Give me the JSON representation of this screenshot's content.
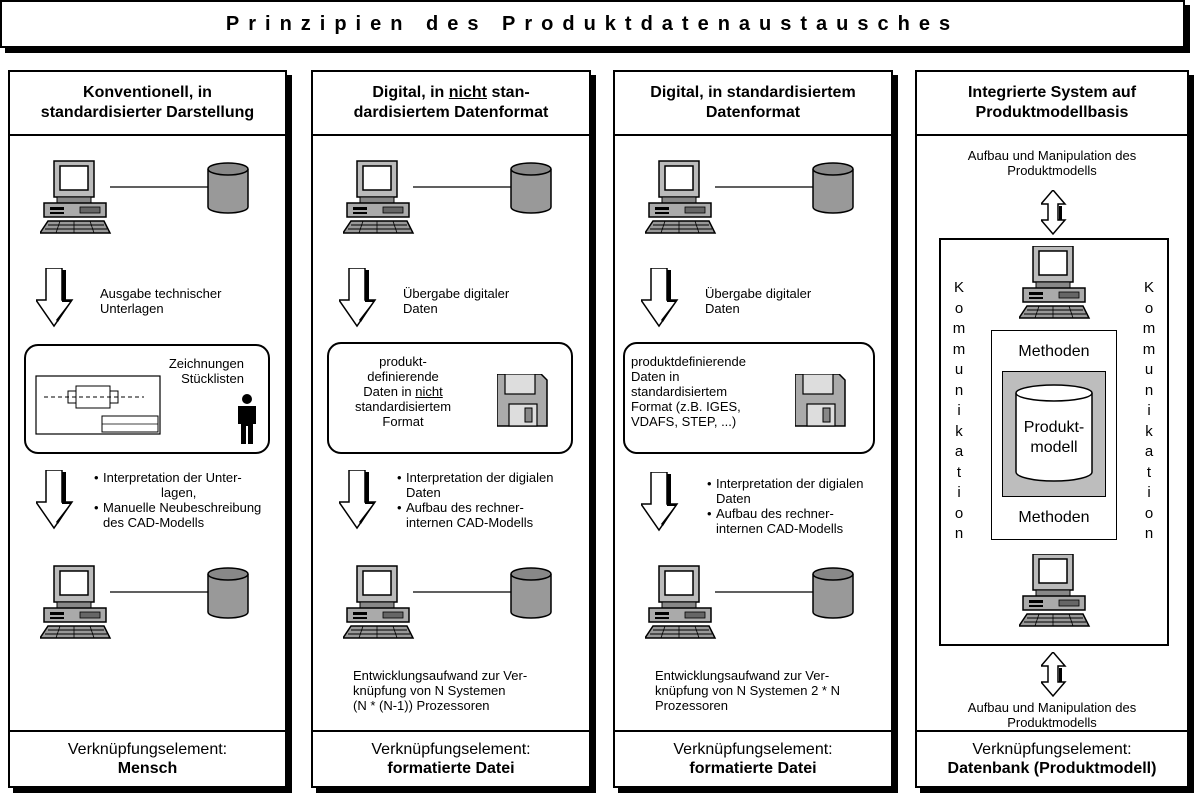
{
  "title": "Prinzipien des Produktdatenaustausches",
  "columns": [
    {
      "heading_line1": "Konventionell, in",
      "heading_line2": "standardisierter Darstellung",
      "step1_text_1": "Ausgabe technischer",
      "step1_text_2": "Unterlagen",
      "box_text_1": "Zeichnungen",
      "box_text_2": "Stücklisten",
      "bullets": [
        [
          "Interpretation der Unter-",
          "lagen,"
        ],
        [
          "Manuelle Neubeschreibung",
          "des CAD-Modells"
        ]
      ],
      "footer_label": "Verknüpfungselement:",
      "footer_value": "Mensch"
    },
    {
      "heading_line1_a": "Digital, in ",
      "heading_line1_u": "nicht",
      "heading_line1_b": " stan-",
      "heading_line2": "dardisiertem Datenformat",
      "step1_text_1": "Übergabe digitaler",
      "step1_text_2": "Daten",
      "box_lines": [
        "produkt-",
        "definierende"
      ],
      "box_line3_a": "Daten in ",
      "box_line3_u": "nicht",
      "box_lines_end": [
        "standardisiertem",
        "Format"
      ],
      "bullets": [
        [
          "Interpretation der digialen",
          "Daten"
        ],
        [
          "Aufbau des rechner-",
          "internen CAD-Modells"
        ]
      ],
      "effort_lines": [
        "Entwicklungsaufwand zur Ver-",
        "knüpfung von N Systemen",
        "(N * (N-1)) Prozessoren"
      ],
      "footer_label": "Verknüpfungselement:",
      "footer_value": "formatierte Datei"
    },
    {
      "heading_line1": "Digital, in standardisiertem",
      "heading_line2": "Datenformat",
      "step1_text_1": "Übergabe digitaler",
      "step1_text_2": "Daten",
      "box_lines": [
        "produktdefinierende",
        "Daten in",
        "standardisiertem",
        "Format (z.B. IGES,",
        "VDAFS, STEP, ...)"
      ],
      "bullets": [
        [
          "Interpretation der digialen",
          "Daten"
        ],
        [
          "Aufbau des rechner-",
          "internen CAD-Modells"
        ]
      ],
      "effort_lines": [
        "Entwicklungsaufwand zur Ver-",
        "knüpfung von N Systemen 2 * N",
        "Prozessoren"
      ],
      "footer_label": "Verknüpfungselement:",
      "footer_value": "formatierte Datei"
    },
    {
      "heading_line1": "Integrierte System auf",
      "heading_line2": "Produktmodellbasis",
      "top_text_1": "Aufbau und Manipulation des",
      "top_text_2": "Produktmodells",
      "side_word": [
        "K",
        "o",
        "m",
        "m",
        "u",
        "n",
        "i",
        "k",
        "a",
        "t",
        "i",
        "o",
        "n"
      ],
      "methods_top": "Methoden",
      "methods_bottom": "Methoden",
      "model_line1": "Produkt-",
      "model_line2": "modell",
      "bottom_text_1": "Aufbau und Manipulation des",
      "bottom_text_2": "Produktmodells",
      "footer_label": "Verknüpfungselement:",
      "footer_value": "Datenbank (Produktmodell)"
    }
  ]
}
